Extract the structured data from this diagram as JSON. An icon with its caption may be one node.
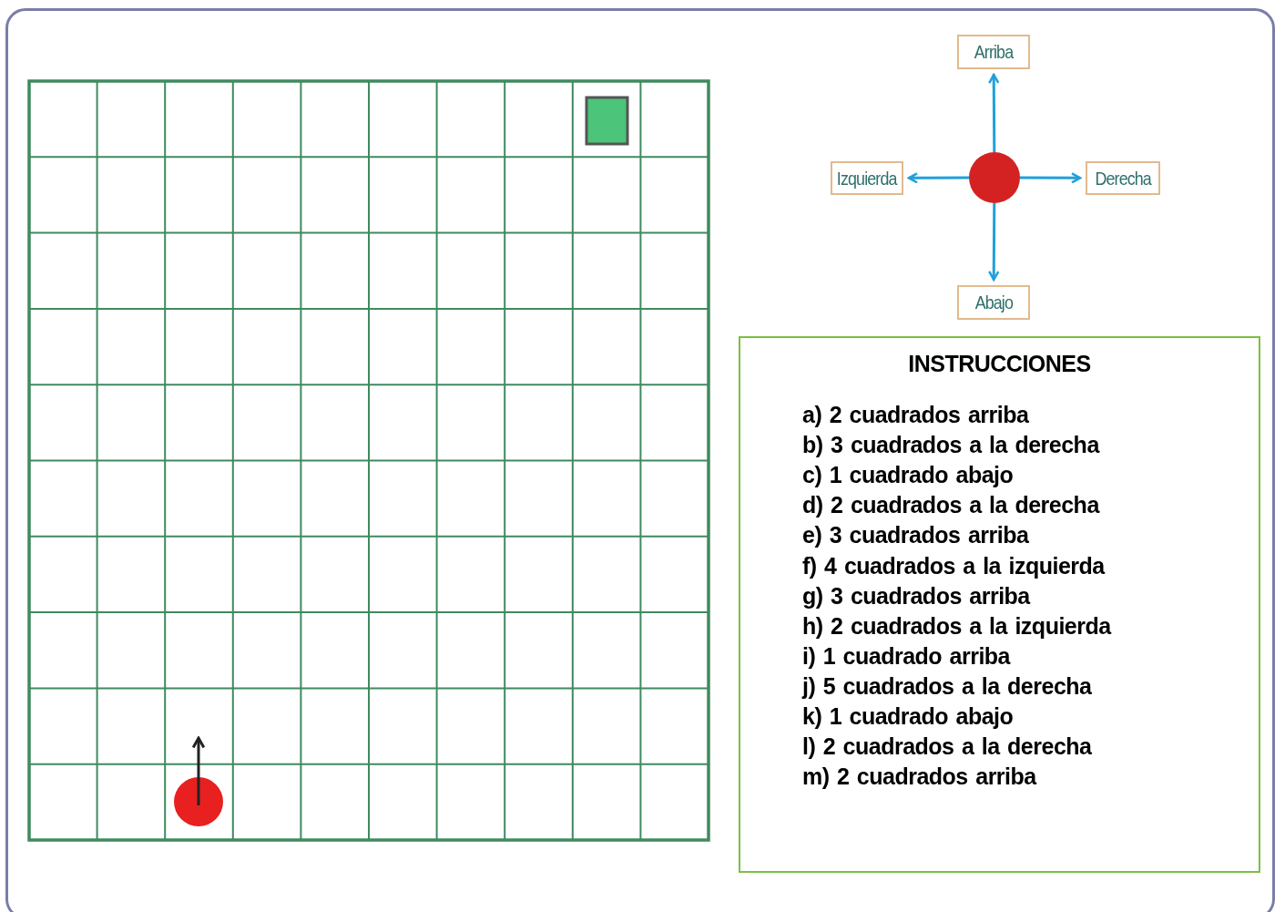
{
  "diagram": {
    "nodes": [
      {
        "text": [
          "Arriba"
        ]
      },
      {
        "text": [
          "Izquierda"
        ]
      },
      {
        "text": [],
        "shape": "circle"
      },
      {
        "text": [
          "Derecha"
        ]
      },
      {
        "text": [
          "Abajo"
        ]
      },
      {
        "text": [
          "INSTRUCCIONES",
          "a) 2 cuadrados arriba",
          "b) 3 cuadrados a la derecha",
          "c) 1 cuadrado abajo",
          "d) 2 cuadrados a la derecha",
          "e) 3 cuadrados arriba",
          "f) 4 cuadrados a la izquierda",
          "g) 3 cuadrados arriba",
          "h) 2 cuadrados a la izquierda",
          "i) 1 cuadrado arriba",
          "j) 5 cuadrados a la derecha",
          "k) 1 cuadrado abajo",
          "l) 2 cuadrados a la derecha",
          "m) 2 cuadrados arriba"
        ]
      }
    ],
    "edges": [
      {
        "from": 2,
        "to": 0,
        "arrow": "to"
      },
      {
        "from": 2,
        "to": 1,
        "arrow": "to"
      },
      {
        "from": 2,
        "to": 3,
        "arrow": "to"
      },
      {
        "from": 2,
        "to": 4,
        "arrow": "to"
      }
    ]
  }
}
